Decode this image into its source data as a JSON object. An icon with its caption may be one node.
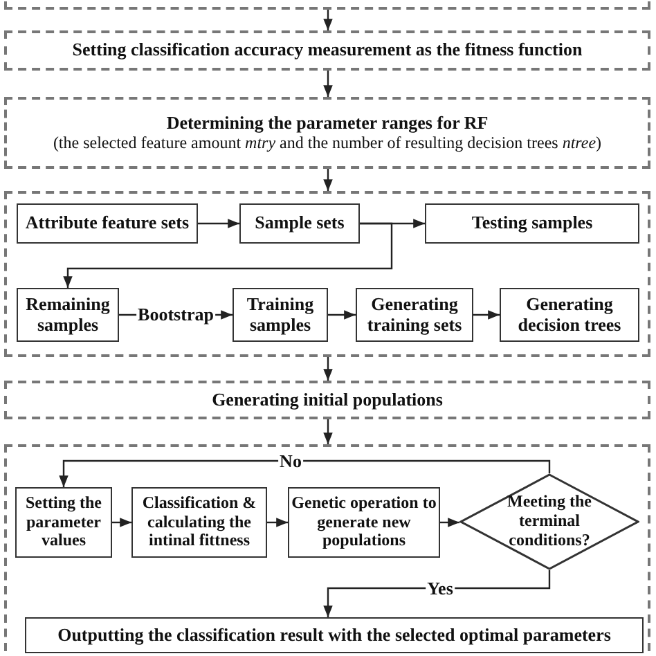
{
  "diagram": {
    "nodes": [
      {
        "text": [],
        "shape": "box"
      },
      {
        "text": [
          "Setting classification accuracy measurement as the fitness function"
        ]
      },
      {
        "text": [
          "Determining the parameter ranges for RF",
          "(the selected feature amount *mtry* and the number of resulting decision trees *ntree*)"
        ]
      },
      {
        "text": [],
        "shape": "box"
      },
      {
        "text": [
          "Attribute feature sets"
        ],
        "in": 3
      },
      {
        "text": [
          "Sample sets"
        ],
        "in": 3
      },
      {
        "text": [
          "Testing samples"
        ],
        "in": 3
      },
      {
        "text": [
          "Remaining samples"
        ],
        "in": 3
      },
      {
        "text": [
          "Training samples"
        ],
        "in": 3
      },
      {
        "text": [
          "Generating training sets"
        ],
        "in": 3
      },
      {
        "text": [
          "Generating decision trees"
        ],
        "in": 3
      },
      {
        "text": [
          "Generating initial populations"
        ]
      },
      {
        "text": [],
        "shape": "box"
      },
      {
        "text": [
          "Setting the parameter values"
        ],
        "in": 12
      },
      {
        "text": [
          "Classification & calculating the intinal fittness"
        ],
        "in": 12
      },
      {
        "text": [
          "Genetic operation to generate new populations"
        ],
        "in": 12
      },
      {
        "text": [
          "Meeting the terminal conditions?"
        ],
        "in": 12
      },
      {
        "text": [
          "Outputting the classification result with the selected optimal parameters"
        ],
        "in": 12
      }
    ],
    "edges": [
      {
        "from": 0,
        "to": 1,
        "arrow": "to"
      },
      {
        "from": 1,
        "to": 2,
        "arrow": "to"
      },
      {
        "from": 2,
        "to": 3,
        "arrow": "to"
      },
      {
        "from": 4,
        "to": 5,
        "arrow": "to"
      },
      {
        "from": 5,
        "to": 6,
        "arrow": "to"
      },
      {
        "from": 5,
        "to": 7,
        "arrow": "to"
      },
      {
        "from": 7,
        "to": 8,
        "arrow": "to",
        "label": "Bootstrap"
      },
      {
        "from": 8,
        "to": 9,
        "arrow": "to"
      },
      {
        "from": 9,
        "to": 10,
        "arrow": "to"
      },
      {
        "from": 3,
        "to": 11,
        "arrow": "to"
      },
      {
        "from": 11,
        "to": 12,
        "arrow": "to"
      },
      {
        "from": 13,
        "to": 14,
        "arrow": "to"
      },
      {
        "from": 14,
        "to": 15,
        "arrow": "to"
      },
      {
        "from": 15,
        "to": 16,
        "arrow": "to"
      },
      {
        "from": 16,
        "to": 13,
        "arrow": "to",
        "label": "No"
      },
      {
        "from": 16,
        "to": 17,
        "arrow": "to",
        "label": "Yes"
      }
    ]
  }
}
